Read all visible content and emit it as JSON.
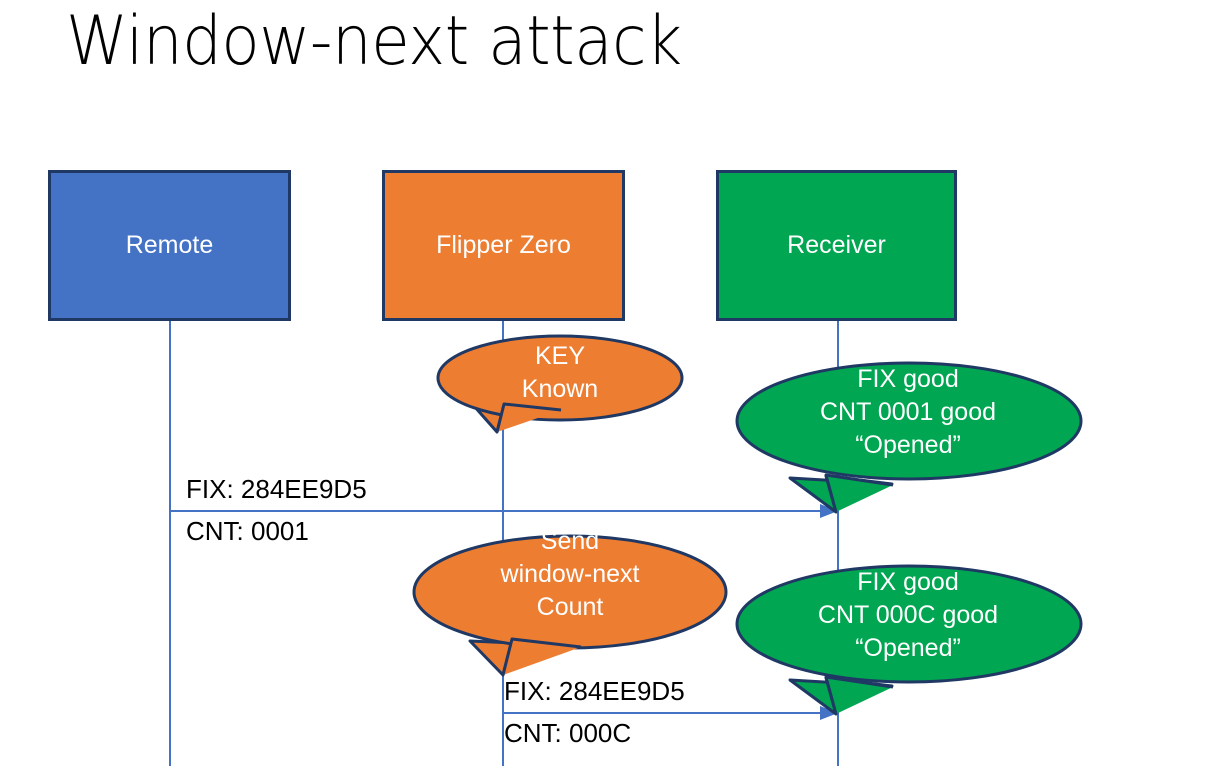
{
  "slide": {
    "title": "Window-next attack",
    "background": "#ffffff"
  },
  "colors": {
    "remote_fill": "#4472C4",
    "flipper_fill": "#ED7D31",
    "receiver_fill": "#00A651",
    "box_border": "#1F3864",
    "bubble_border": "#1F3864",
    "lifeline": "#4472C4",
    "arrow": "#4472C4",
    "label_text": "#000000",
    "box_text": "#ffffff"
  },
  "actors": [
    {
      "id": "remote",
      "label": "Remote",
      "fill": "#4472C4"
    },
    {
      "id": "flipper",
      "label": "Flipper Zero",
      "fill": "#ED7D31"
    },
    {
      "id": "receiver",
      "label": "Receiver",
      "fill": "#00A651"
    }
  ],
  "bubbles": [
    {
      "id": "key-known",
      "owner": "flipper",
      "fill": "#ED7D31",
      "text": "KEY\nKnown"
    },
    {
      "id": "send-window",
      "owner": "flipper",
      "fill": "#ED7D31",
      "text": "Send\nwindow-next\nCount"
    },
    {
      "id": "receiver-ok-1",
      "owner": "receiver",
      "fill": "#00A651",
      "text": "FIX good\nCNT 0001 good\n“Opened”"
    },
    {
      "id": "receiver-ok-2",
      "owner": "receiver",
      "fill": "#00A651",
      "text": "FIX good\nCNT 000C good\n“Opened”"
    }
  ],
  "messages": [
    {
      "id": "msg-remote-to-receiver",
      "from": "remote",
      "to": "receiver",
      "fix_label": "FIX: 284EE9D5",
      "cnt_label": "CNT: 0001"
    },
    {
      "id": "msg-flipper-to-receiver",
      "from": "flipper",
      "to": "receiver",
      "fix_label": "FIX: 284EE9D5",
      "cnt_label": "CNT: 000C"
    }
  ]
}
